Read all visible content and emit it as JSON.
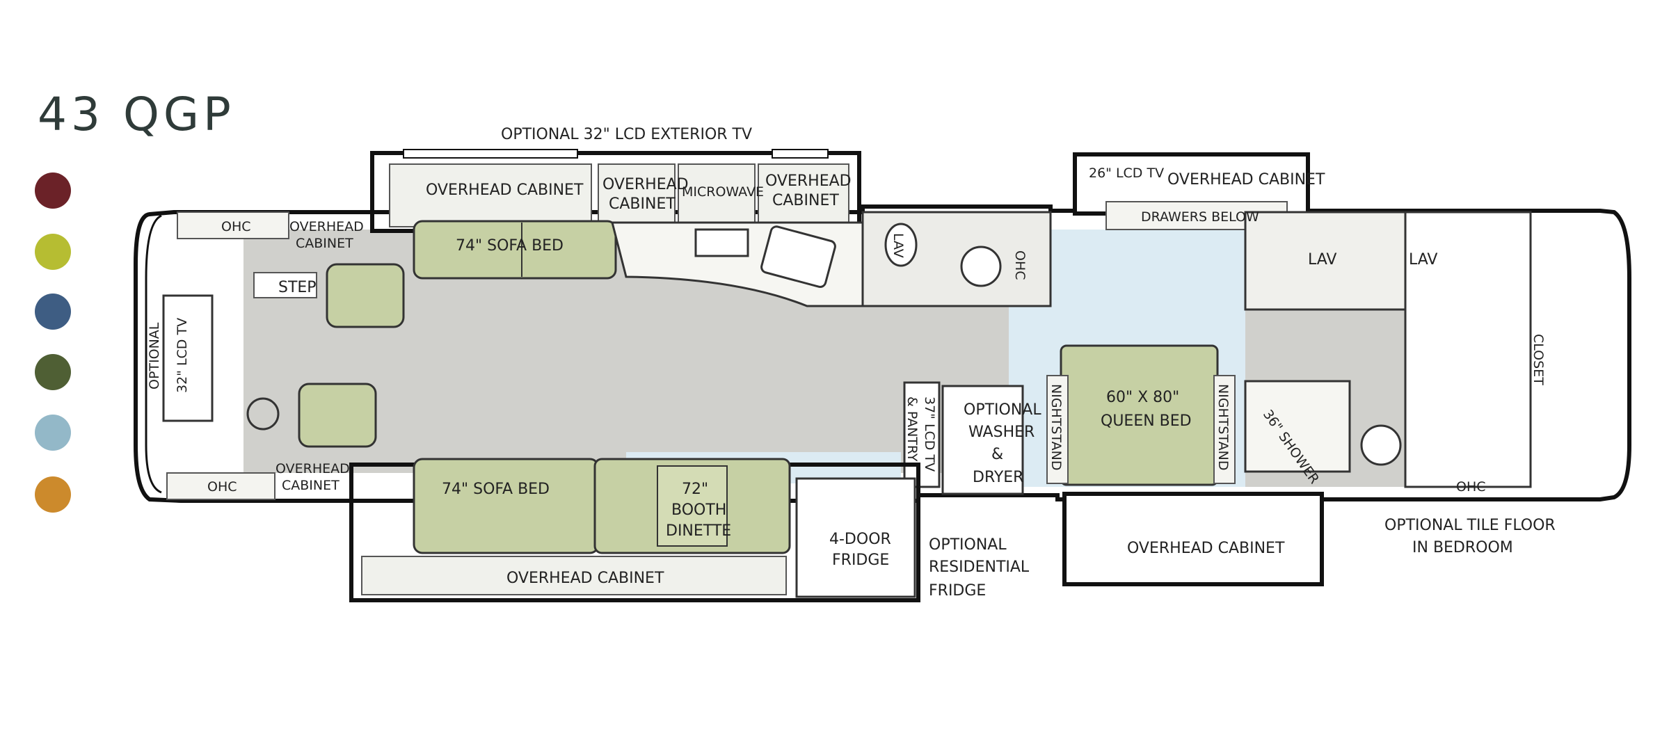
{
  "model": "43 QGP",
  "swatches": [
    {
      "color": "#6b2228"
    },
    {
      "color": "#b6bd32"
    },
    {
      "color": "#3e5d83"
    },
    {
      "color": "#4f5f34"
    },
    {
      "color": "#93b8c8"
    },
    {
      "color": "#cc8a2c"
    }
  ],
  "labels": {
    "ext_tv": "OPTIONAL 32\" LCD EXTERIOR TV",
    "ohc": "OHC",
    "overhead_cabinet": "OVERHEAD CABINET",
    "overhead": "OVERHEAD",
    "cabinet": "CABINET",
    "microwave": "MICROWAVE",
    "sofa_bed": "74\" SOFA  BED",
    "step": "STEP",
    "optional": "OPTIONAL",
    "lcd_32": "32\" LCD TV",
    "lav": "LAV",
    "lcd_26": "26\" LCD TV",
    "drawers_below": "DRAWERS BELOW",
    "closet": "CLOSET",
    "bed_size": "60\" X 80\"",
    "queen_bed": "QUEEN BED",
    "nightstand": "NIGHTSTAND",
    "shower": "36\" SHOWER",
    "tile_1": "OPTIONAL TILE FLOOR",
    "tile_2": "IN BEDROOM",
    "lcd_37": "37\" LCD TV",
    "pantry": "& PANTRY",
    "washer_1": "OPTIONAL",
    "washer_2": "WASHER",
    "washer_3": "&",
    "washer_4": "DRYER",
    "booth_1": "72\"",
    "booth_2": "BOOTH",
    "booth_3": "DINETTE",
    "fridge_1": "4-DOOR",
    "fridge_2": "FRIDGE",
    "res_1": "OPTIONAL",
    "res_2": "RESIDENTIAL",
    "res_3": "FRIDGE"
  }
}
